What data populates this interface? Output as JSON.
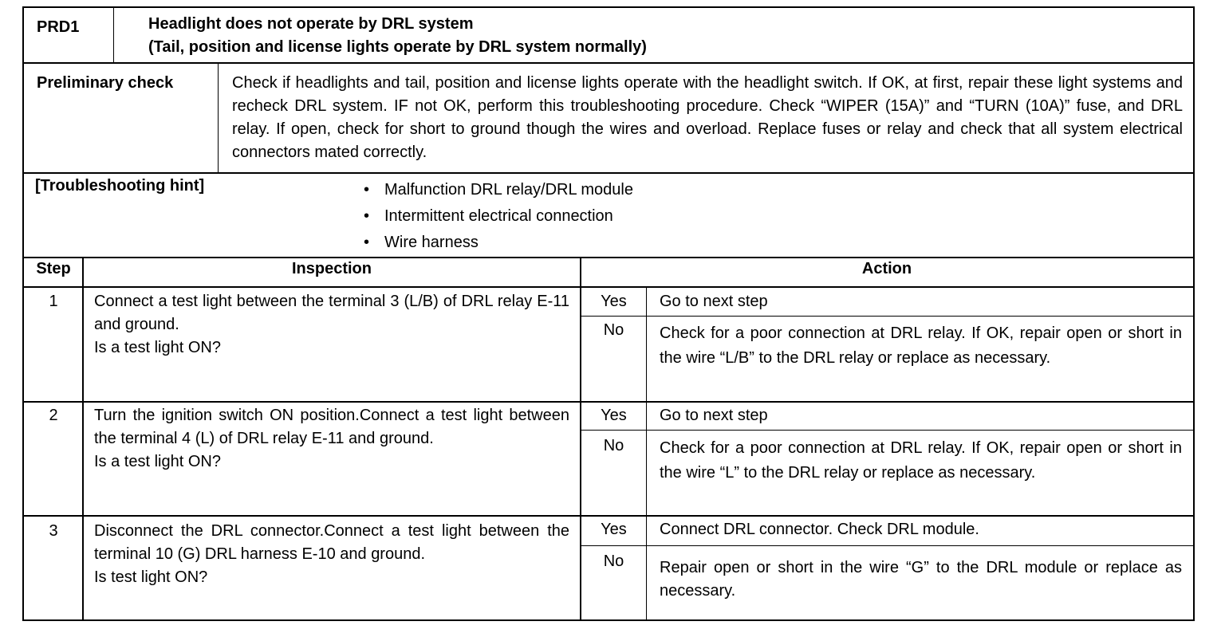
{
  "header": {
    "code": "PRD1",
    "title_line1": "Headlight does not operate by DRL system",
    "title_line2": "(Tail, position and license lights operate by DRL system normally)"
  },
  "preliminary": {
    "label": "Preliminary check",
    "text": "Check if headlights and tail, position and license lights operate with the headlight switch. If OK, at first, repair these light systems and recheck DRL system. IF not OK, perform this troubleshooting procedure. Check “WIPER (15A)” and “TURN (10A)” fuse, and DRL relay. If open, check for short to ground though the wires and overload. Replace fuses or relay and check that all system electrical connectors mated correctly."
  },
  "hints": {
    "label": "[Troubleshooting hint]",
    "bullet": "•",
    "items": [
      "Malfunction DRL relay/DRL module",
      "Intermittent electrical connection",
      "Wire harness"
    ]
  },
  "table": {
    "headers": {
      "step": "Step",
      "inspection": "Inspection",
      "action": "Action"
    },
    "rows": [
      {
        "step": "1",
        "inspection": "Connect a test light between the terminal 3 (L/B) of DRL relay E-11 and ground.\nIs a test light ON?",
        "yes_label": "Yes",
        "yes_action": "Go to next step",
        "no_label": "No",
        "no_action": "Check for a poor connection at DRL relay. If OK, repair open or short in the wire “L/B” to the DRL relay or replace as necessary."
      },
      {
        "step": "2",
        "inspection": "Turn the ignition switch ON position.Connect a test light between the terminal 4 (L) of DRL relay E-11 and ground.\nIs a test light ON?",
        "yes_label": "Yes",
        "yes_action": "Go to next step",
        "no_label": "No",
        "no_action": "Check for a poor connection at DRL relay. If OK, repair open or short in the wire “L” to the DRL relay or replace as necessary."
      },
      {
        "step": "3",
        "inspection": "Disconnect the DRL connector.Connect a test light between the terminal 10 (G) DRL harness E-10 and ground.\nIs test light ON?",
        "yes_label": "Yes",
        "yes_action": "Connect DRL connector. Check DRL module.",
        "no_label": "No",
        "no_action": "Repair open or short in the wire “G” to the DRL module or replace as necessary."
      }
    ]
  }
}
